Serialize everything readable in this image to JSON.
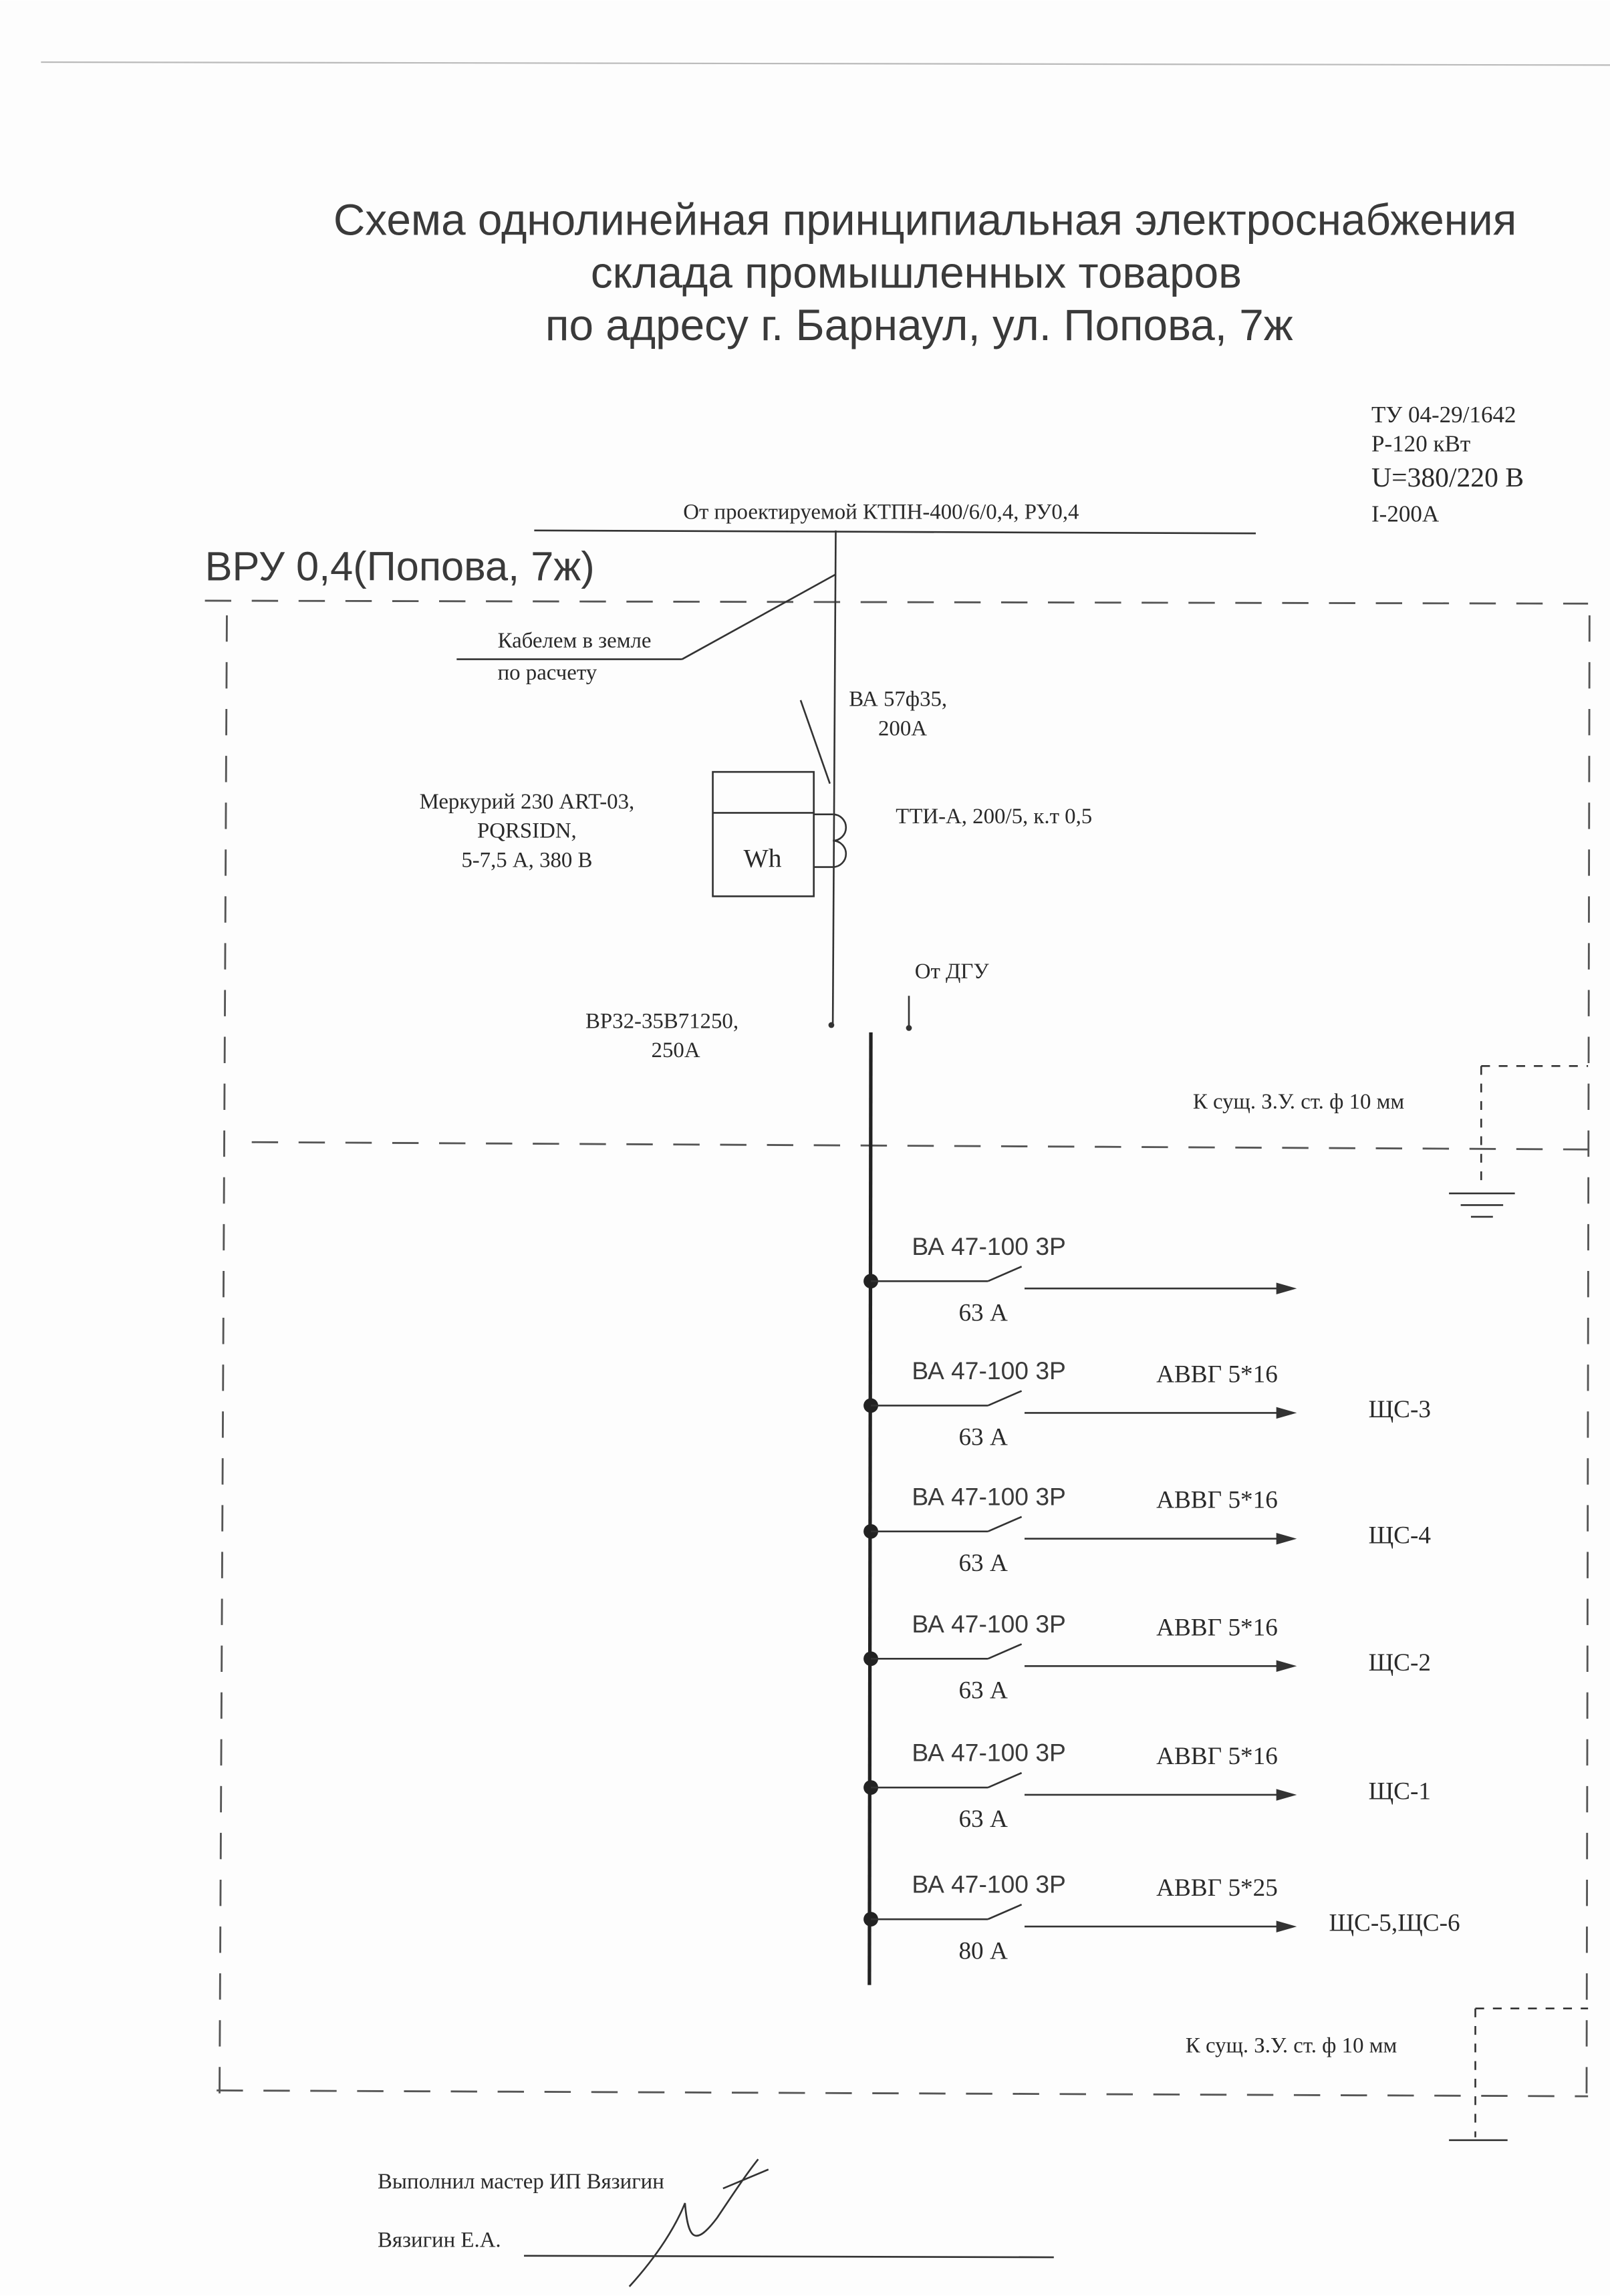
{
  "title": {
    "line1": "Схема однолинейная принципиальная электроснабжения",
    "line2": "склада промышленных товаров",
    "line3": "по адресу г. Барнаул, ул. Попова, 7ж"
  },
  "specs": [
    "ТУ 04-29/1642",
    "Р-120 кВт",
    "U=380/220 В",
    "I-200А"
  ],
  "feed_label": "От проектируемой КТПН-400/6/0,4, РУ0,4",
  "panel_label": "ВРУ 0,4(Попова, 7ж)",
  "cable": {
    "line1": "Кабелем в земле",
    "line2": "по расчету"
  },
  "main_breaker": {
    "line1": "ВА 57ф35,",
    "line2": "200А"
  },
  "meter": {
    "symbol": "Wh",
    "line1": "Меркурий 230 ART-03,",
    "line2": "PQRSIDN,",
    "line3": "5-7,5 А, 380 В"
  },
  "ct_label": "ТТИ-А, 200/5, к.т  0,5",
  "dgu_label": "От ДГУ",
  "switch": {
    "line1": "ВР32-35В71250,",
    "line2": "250А"
  },
  "ground_label_top": "К сущ. З.У. ст. ф 10 мм",
  "ground_label_bottom": "К сущ. З.У. ст. ф 10 мм",
  "branches": [
    {
      "breaker": "ВА 47-100  3Р",
      "current": "63 А",
      "cable": "",
      "dest": ""
    },
    {
      "breaker": "ВА 47-100  3Р",
      "current": "63 А",
      "cable": "АВВГ 5*16",
      "dest": "ЩС-3"
    },
    {
      "breaker": "ВА 47-100  3Р",
      "current": "63 А",
      "cable": "АВВГ 5*16",
      "dest": "ЩС-4"
    },
    {
      "breaker": "ВА 47-100  3Р",
      "current": "63 А",
      "cable": "АВВГ 5*16",
      "dest": "ЩС-2"
    },
    {
      "breaker": "ВА 47-100  3Р",
      "current": "63 А",
      "cable": "АВВГ 5*16",
      "dest": "ЩС-1"
    },
    {
      "breaker": "ВА 47-100  3Р",
      "current": "80 А",
      "cable": "АВВГ 5*25",
      "dest": "ЩС-5,ЩС-6"
    }
  ],
  "footer": {
    "performed": "Выполнил мастер ИП Вязигин",
    "name": "Вязигин Е.А."
  }
}
